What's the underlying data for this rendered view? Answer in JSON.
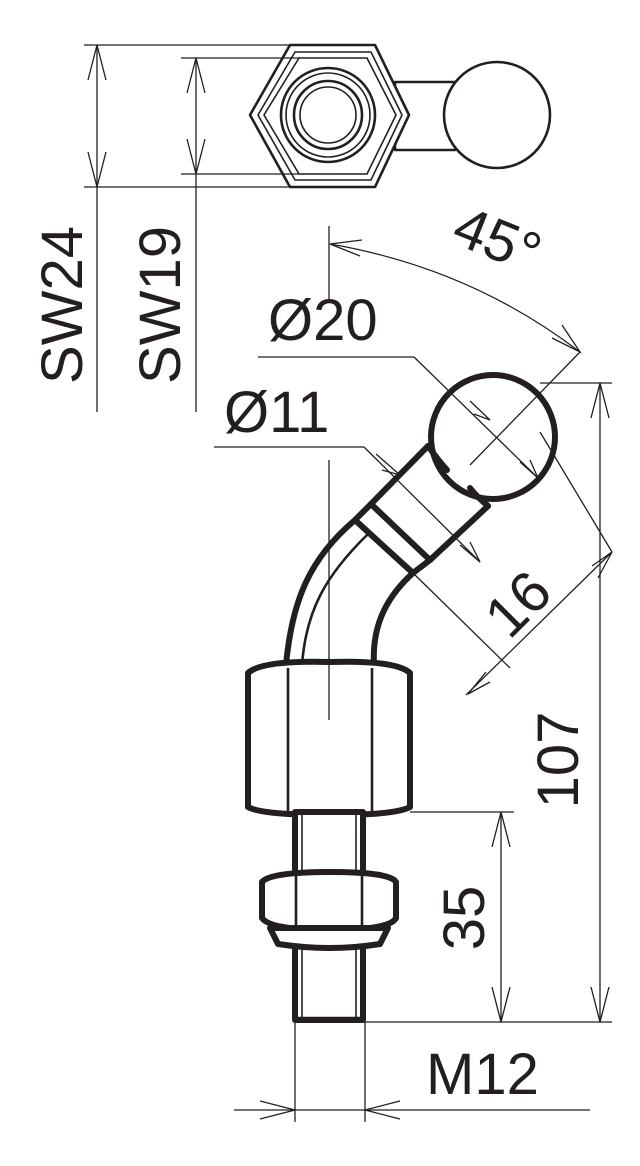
{
  "drawing": {
    "labels": {
      "sw24": "SW24",
      "sw19": "SW19",
      "angle": "45°",
      "dia20": "Ø20",
      "dia11": "Ø11",
      "len16": "16",
      "len107": "107",
      "len35": "35",
      "thread": "M12"
    }
  }
}
